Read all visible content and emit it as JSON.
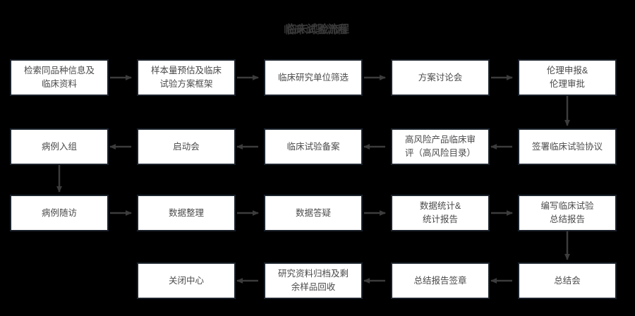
{
  "title": "临床试验流程",
  "theme": {
    "background": "#000000",
    "node_fill": "#ffffff",
    "node_border": "#1b222b",
    "node_text": "#4a4a4a",
    "title_text": "#3a3a3a",
    "connector": "#3c3c3c"
  },
  "nodes": {
    "r1c1": "检索同品种信息及\n临床资料",
    "r1c2": "样本量预估及临床\n试验方案框架",
    "r1c3": "临床研究单位筛选",
    "r1c4": "方案讨论会",
    "r1c5": "伦理申报&\n伦理审批",
    "r2c1": "病例入组",
    "r2c2": "启动会",
    "r2c3": "临床试验备案",
    "r2c4": "高风险产品临床审\n评（高风险目录）",
    "r2c5": "签署临床试验协议",
    "r3c1": "病例随访",
    "r3c2": "数据整理",
    "r3c3": "数据答疑",
    "r3c4": "数据统计&\n统计报告",
    "r3c5": "编写临床试验\n总结报告",
    "r4c2": "关闭中心",
    "r4c3": "研究资料归档及剩\n余样品回收",
    "r4c4": "总结报告签章",
    "r4c5": "总结会"
  },
  "flow": {
    "row1_direction": "left-to-right",
    "row2_direction": "right-to-left",
    "row3_direction": "left-to-right",
    "row4_direction": "right-to-left",
    "vertical_links": [
      "r1c5-to-r2c5",
      "r2c1-to-r3c1",
      "r3c5-to-r4c5"
    ]
  }
}
